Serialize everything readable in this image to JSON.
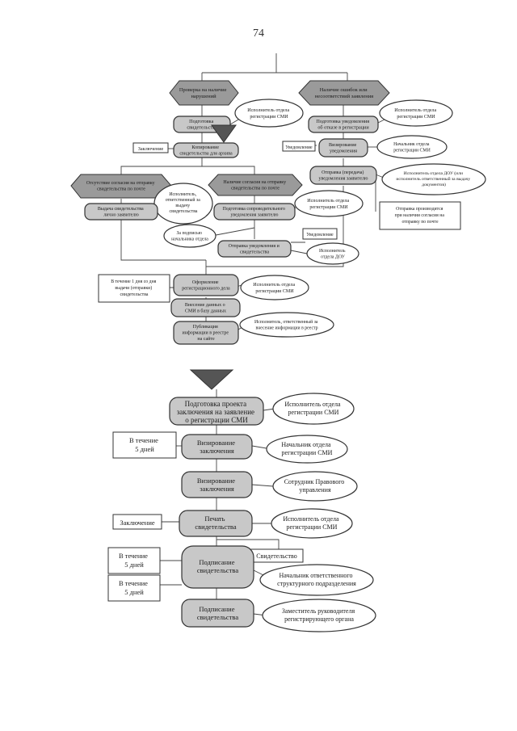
{
  "page": {
    "number": "74"
  },
  "upper_diagram": {
    "hex_left_top": [
      "Проверка на наличие",
      "нарушений"
    ],
    "hex_right_top": [
      "Наличие ошибок или",
      "несоответствий заявления"
    ],
    "box_prepare_certificate": [
      "Подготовка",
      "свидетельства"
    ],
    "ellipse_exec_smi_1": [
      "Исполнитель отдела",
      "регистрации СМИ"
    ],
    "box_prepare_notice_refusal": [
      "Подготовка уведомления",
      "об отказе в регистрации"
    ],
    "ellipse_exec_smi_2": [
      "Исполнитель отдела",
      "регистрации СМИ"
    ],
    "rect_conclusion": [
      "Заключение"
    ],
    "box_copy_certificate": [
      "Копирование",
      "свидетельства для архива"
    ],
    "ellipse_head_smi_1": [
      "Начальник отдела",
      "регистрации СМИ"
    ],
    "rect_notice_1": [
      "Уведомление"
    ],
    "box_sign_notice": [
      "Визирование",
      "уведомления"
    ],
    "box_send_notice": [
      "Отправка (передача)",
      "уведомления заявителю"
    ],
    "ellipse_dou_exec": [
      "Исполнитель отдела ДОУ (или",
      "исполнитель ответственный за выдачу",
      "документов)"
    ],
    "hex_left_mid": [
      "Отсутствие согласия на отправку",
      "свидетельства по почте"
    ],
    "hex_right_mid": [
      "Наличие согласия на отправку",
      "свидетельства по почте"
    ],
    "ellipse_exec_issue": [
      "Исполнитель,",
      "ответственный за",
      "выдачу",
      "свидетельства"
    ],
    "box_issue_certificate": [
      "Выдача свидетельства",
      "лично заявителю"
    ],
    "box_prepare_cover_letter": [
      "Подготовка сопроводительного",
      "уведомления заявителю"
    ],
    "ellipse_exec_smi_3": [
      "Исполнитель отдела",
      "регистрации СМИ"
    ],
    "rect_note_post": [
      "Отправка производится",
      "при наличии согласия на",
      "отправку по почте"
    ],
    "ellipse_signed_head": [
      "За подписью",
      "начальника отдела"
    ],
    "rect_notice_2": [
      "Уведомление"
    ],
    "box_send_notice_cert": [
      "Отправка уведомления и",
      "свидетельства"
    ],
    "ellipse_exec_dou": [
      "Исполнитель",
      "отдела ДОУ"
    ],
    "rect_one_day": [
      "В течение 1 дня со дня",
      "выдачи (отправки)",
      "свидетельства"
    ],
    "box_register_case": [
      "Оформление",
      "регистрационного дела"
    ],
    "ellipse_exec_smi_4": [
      "Исполнитель отдела",
      "регистрации СМИ"
    ],
    "box_enter_db": [
      "Внесение данных о",
      "СМИ в базу данных"
    ],
    "box_publish": [
      "Публикация",
      "информации в реестре",
      "на сайте"
    ],
    "ellipse_exec_register": [
      "Исполнитель, ответственный за",
      "внесение информации в реестр"
    ]
  },
  "lower_diagram": {
    "box_prepare_project": [
      "Подготовка проекта",
      "заключения на заявление",
      "о регистрации СМИ"
    ],
    "ellipse_exec_smi": [
      "Исполнитель отдела",
      "регистрации СМИ"
    ],
    "rect_5_days_1": [
      "В течение",
      "5 дней"
    ],
    "box_visa_conclusion_1": [
      "Визирование",
      "заключения"
    ],
    "ellipse_head_smi": [
      "Начальник отдела",
      "регистрации СМИ"
    ],
    "box_visa_conclusion_2": [
      "Визирование",
      "заключения"
    ],
    "ellipse_legal": [
      "Сотрудник Правового",
      "управления"
    ],
    "rect_conclusion": [
      "Заключение"
    ],
    "box_print_certificate": [
      "Печать",
      "свидетельства"
    ],
    "ellipse_exec_smi_2": [
      "Исполнитель отдела",
      "регистрации СМИ"
    ],
    "rect_5_days_2": [
      "В течение",
      "5 дней"
    ],
    "rect_certificate": [
      "Свидетельство"
    ],
    "box_sign_certificate_1": [
      "Подписание",
      "свидетельства"
    ],
    "ellipse_head_struct": [
      "Начальник ответственного",
      "структурного подразделения"
    ],
    "rect_5_days_3": [
      "В течение",
      "5 дней"
    ],
    "box_sign_certificate_2": [
      "Подписание",
      "свидетельства"
    ],
    "ellipse_deputy": [
      "Заместитель руководителя",
      "регистрирующего органа"
    ]
  }
}
